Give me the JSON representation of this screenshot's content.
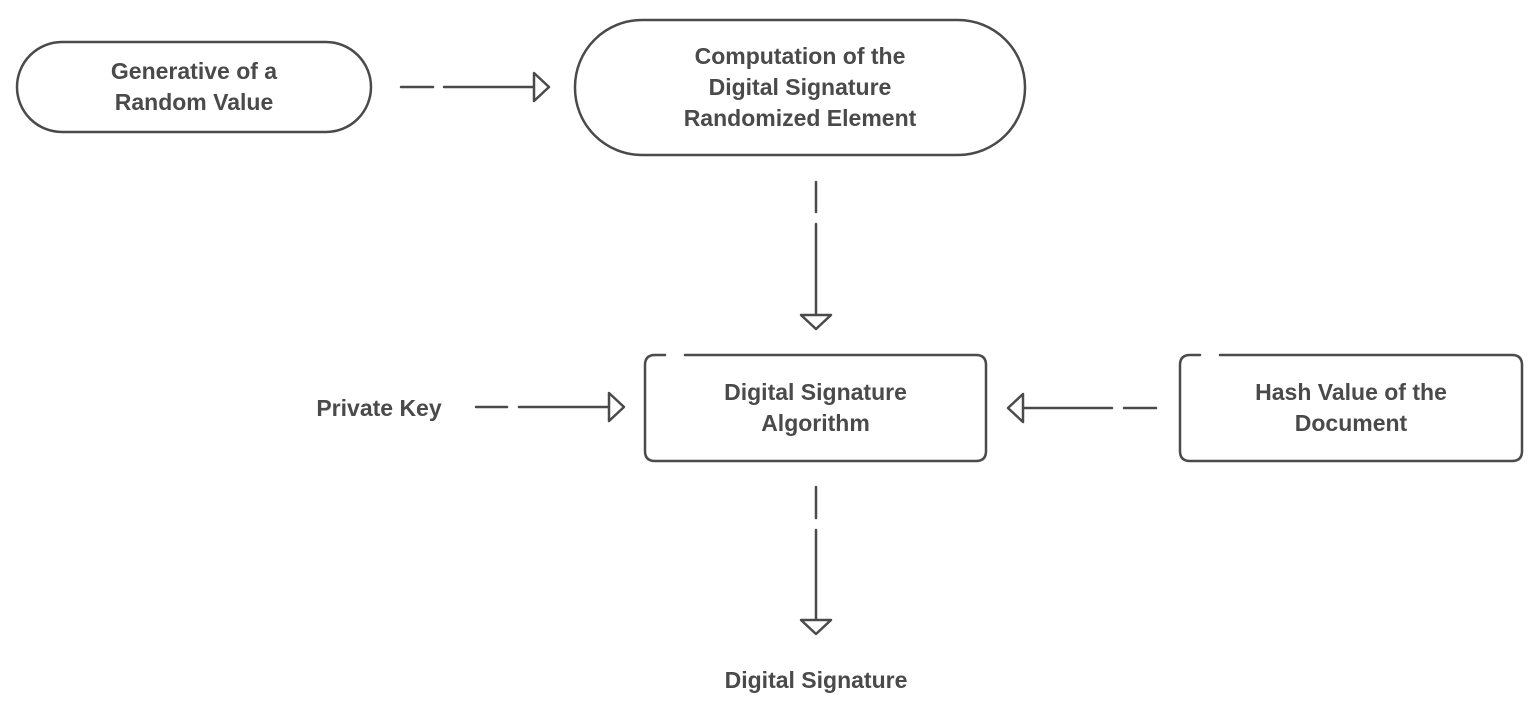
{
  "diagram": {
    "line_color": "#4a4a4a",
    "text_color": "#4a4a4a",
    "background": "#ffffff",
    "nodes": {
      "random_value": "Generative of a\nRandom Value",
      "computation": "Computation of the\nDigital Signature\nRandomized Element",
      "algorithm": "Digital Signature\nAlgorithm",
      "hash_value": "Hash Value of the\nDocument",
      "private_key": "Private Key",
      "digital_signature": "Digital Signature"
    }
  }
}
